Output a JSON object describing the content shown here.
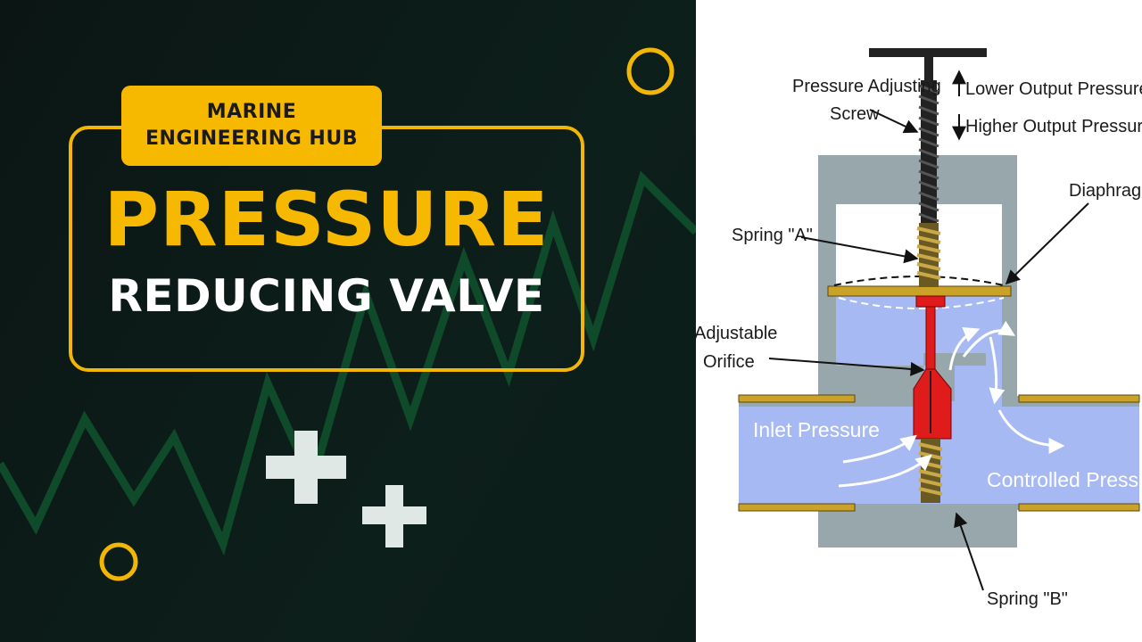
{
  "badge": {
    "line1": "MARINE",
    "line2": "ENGINEERING HUB"
  },
  "title": {
    "main": "PRESSURE",
    "sub": "REDUCING VALVE"
  },
  "diagram": {
    "labels": {
      "screw_line1": "Pressure Adjusting",
      "screw_line2": "Screw",
      "lower": "Lower Output Pressure",
      "higher": "Higher Output Pressure",
      "diaphragm": "Diaphragm",
      "spring_a": "Spring \"A\"",
      "orifice_line1": "Adjustable",
      "orifice_line2": "Orifice",
      "inlet": "Inlet Pressure",
      "controlled": "Controlled Pressure",
      "spring_b": "Spring \"B\""
    }
  },
  "colors": {
    "accent": "#f7b800",
    "fluid": "#a6b9f2",
    "body": "#97a7ab",
    "plunger": "#e01b1b",
    "spring": "#a88a2c"
  }
}
